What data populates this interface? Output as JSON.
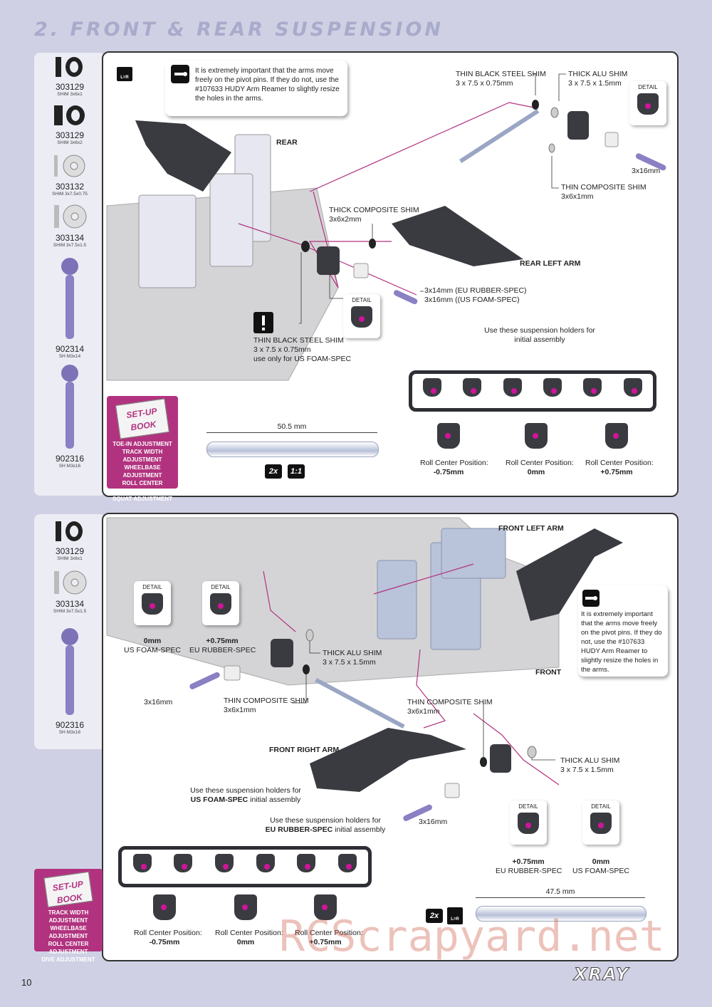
{
  "page_title": "2. FRONT & REAR SUSPENSION",
  "page_number": "10",
  "brand": "XRAY",
  "watermark": "RCScrapyard.net",
  "colors": {
    "accent": "#b1337f",
    "panel_border": "#333333",
    "background": "#cfd0e4"
  },
  "top": {
    "parts": [
      {
        "num": "303129",
        "desc": "SHIM 3x6x1",
        "icon": "shim-thin-icon"
      },
      {
        "num": "303129",
        "desc": "SHIM 3x6x2",
        "icon": "shim-thick-icon"
      },
      {
        "num": "303132",
        "desc": "SHIM 3x7.5x0.75",
        "icon": "washer-icon"
      },
      {
        "num": "303134",
        "desc": "SHIM 3x7.5x1.5",
        "icon": "washer-icon"
      },
      {
        "num": "902314",
        "desc": "SH M3x14",
        "icon": "screw-icon"
      },
      {
        "num": "902316",
        "desc": "SH M3x16",
        "icon": "screw-icon"
      }
    ],
    "lr_badge": "L=R",
    "callout": "It is extremely important that the arms move freely on the pivot pins. If they do not, use the #107633 HUDY Arm Reamer to slightly resize the holes in the arms.",
    "rear_label": "REAR",
    "thin_black_shim": "THIN BLACK STEEL SHIM",
    "thin_black_size": "3 x 7.5 x 0.75mm",
    "thick_alu": "THICK ALU SHIM",
    "thick_alu_size": "3 x 7.5 x 1.5mm",
    "detail": "DETAIL",
    "screw_16": "3x16mm",
    "thin_comp": "THIN COMPOSITE SHIM",
    "thin_comp_size": "3x6x1mm",
    "thick_comp": "THICK COMPOSITE SHIM",
    "thick_comp_size": "3x6x2mm",
    "rear_left_arm": "REAR LEFT ARM",
    "screw_eu": "3x14mm (EU RUBBER-SPEC)",
    "screw_us": "3x16mm ((US FOAM-SPEC)",
    "warn_shim": "THIN BLACK STEEL SHIM",
    "warn_size": "3 x 7.5 x 0.75mm",
    "warn_note": "use only for US FOAM-SPEC",
    "holders_note_1": "Use these suspension holders for",
    "holders_note_2": "initial assembly",
    "rod_length": "50.5 mm",
    "qty": "2x",
    "scale": "1:1",
    "roll_label": "Roll Center Position:",
    "roll_values": [
      "-0.75mm",
      "0mm",
      "+0.75mm"
    ],
    "setup_title": "SET-UP BOOK",
    "setup_items": [
      "TOE-IN ADJUSTMENT",
      "TRACK WIDTH ADJUSTMENT",
      "WHEELBASE ADJUSTMENT",
      "ROLL CENTER ADJUSTMENT",
      "SQUAT ADJUSTMENT"
    ]
  },
  "bottom": {
    "parts": [
      {
        "num": "303129",
        "desc": "SHIM 3x6x1",
        "icon": "shim-thin-icon"
      },
      {
        "num": "303134",
        "desc": "SHIM 3x7.5x1.5",
        "icon": "washer-icon"
      },
      {
        "num": "902316",
        "desc": "SH M3x16",
        "icon": "screw-icon"
      }
    ],
    "lr_badge": "L=R",
    "front_left_arm": "FRONT LEFT ARM",
    "front_label": "FRONT",
    "callout": "It is extremely important that the arms move freely on the pivot pins. If they do not, use the #107633 HUDY Arm Reamer to slightly resize the holes in the arms.",
    "detail": "DETAIL",
    "det1_val": "0mm",
    "det1_spec": "US FOAM-SPEC",
    "det2_val": "+0.75mm",
    "det2_spec": "EU RUBBER-SPEC",
    "thick_alu": "THICK ALU SHIM",
    "thick_alu_size": "3 x 7.5 x 1.5mm",
    "screw_16": "3x16mm",
    "thin_comp": "THIN COMPOSITE SHIM",
    "thin_comp_size": "3x6x1mm",
    "front_right_arm": "FRONT RIGHT ARM",
    "us_note_1": "Use these suspension holders for",
    "us_note_2": "US FOAM-SPEC",
    "us_note_3": " initial assembly",
    "eu_note_1": "Use these suspension holders for",
    "eu_note_2": "EU RUBBER-SPEC",
    "eu_note_3": " initial assembly",
    "det3_val": "+0.75mm",
    "det3_spec": "EU RUBBER-SPEC",
    "det4_val": "0mm",
    "det4_spec": "US FOAM-SPEC",
    "rod_length": "47.5 mm",
    "qty": "2x",
    "roll_label": "Roll Center Position:",
    "roll_values": [
      "-0.75mm",
      "0mm",
      "+0.75mm"
    ],
    "setup_title": "SET-UP BOOK",
    "setup_items": [
      "TRACK WIDTH ADJUSTMENT",
      "WHEELBASE ADJUSTMENT",
      "ROLL CENTER ADJUSTMENT",
      "DIVE ADJUSTMENT"
    ]
  }
}
